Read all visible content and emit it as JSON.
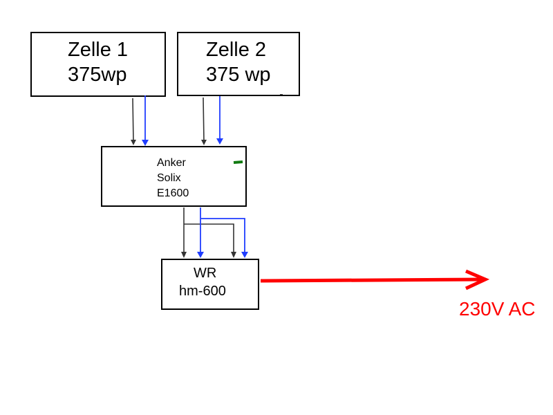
{
  "nodes": {
    "cell1": {
      "line1": "Zelle 1",
      "line2": "375wp"
    },
    "cell2": {
      "line1": "Zelle 2",
      "line2": "375 wp"
    },
    "battery": {
      "line1": "Anker",
      "line2": "Solix",
      "line3": "E1600"
    },
    "inverter": {
      "line1": "WR",
      "line2": "hm-600"
    }
  },
  "output": {
    "label": "230V AC"
  },
  "colors": {
    "dc_negative": "#333333",
    "dc_positive": "#1f3dff",
    "ac": "#ff0000",
    "indicator": "#117a11"
  },
  "connections": [
    {
      "from": "cell1",
      "to": "battery",
      "wires": [
        "black",
        "blue"
      ]
    },
    {
      "from": "cell2",
      "to": "battery",
      "wires": [
        "black",
        "blue"
      ]
    },
    {
      "from": "battery",
      "to": "inverter",
      "wires": [
        "black",
        "black",
        "blue",
        "blue"
      ]
    },
    {
      "from": "inverter",
      "to": "output",
      "wires": [
        "red"
      ]
    }
  ]
}
